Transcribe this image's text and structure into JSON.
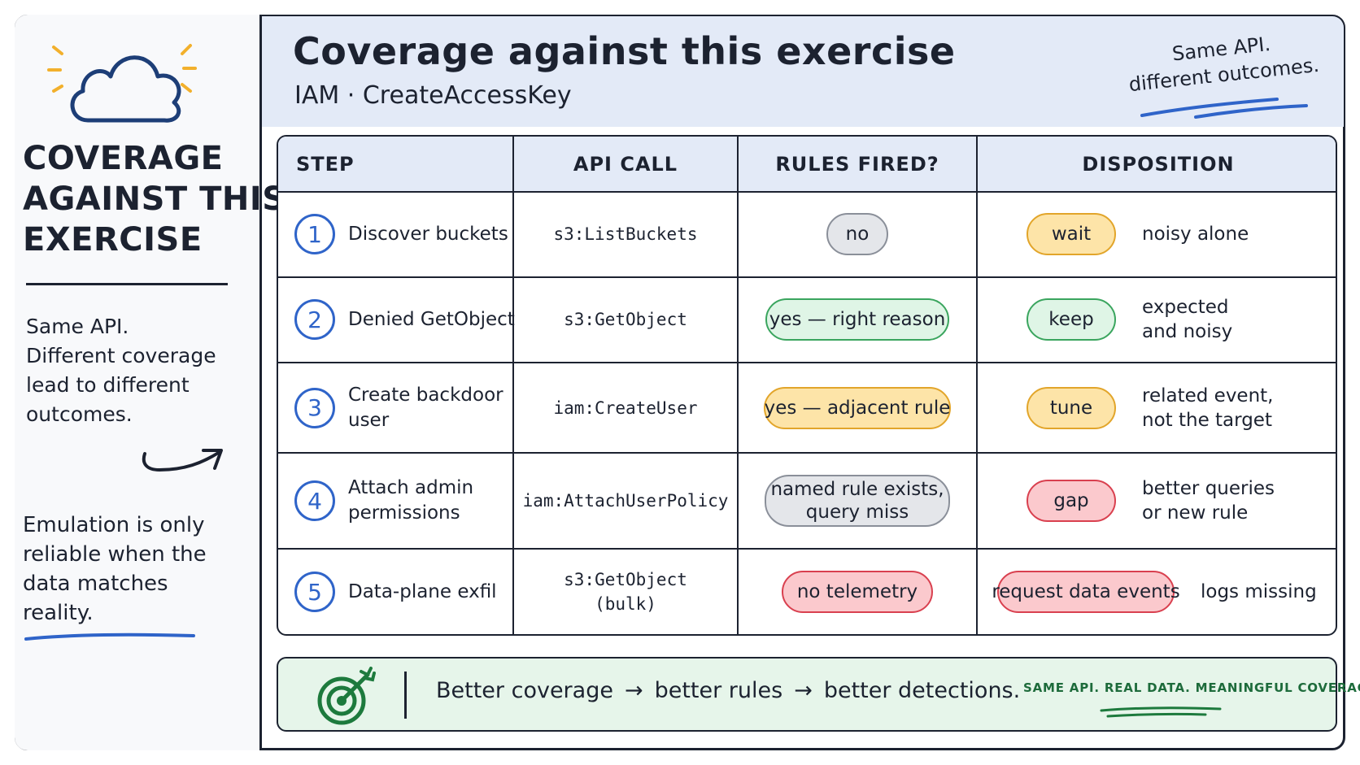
{
  "sidebar": {
    "title_lines": [
      "COVERAGE",
      "AGAINST THIS",
      "EXERCISE"
    ],
    "note_lines": [
      "Same API.",
      "Different coverage",
      "lead to different",
      "outcomes."
    ],
    "quote_lines": [
      "Emulation is only",
      "reliable when the",
      "data matches",
      "reality."
    ],
    "icon": "cloud-icon"
  },
  "header": {
    "title": "Coverage against this exercise",
    "subtitle": "IAM · CreateAccessKey",
    "corner_note_lines": [
      "Same API.",
      "different outcomes."
    ]
  },
  "table": {
    "headers": [
      "STEP",
      "API CALL",
      "RULES FIRED?",
      "DISPOSITION"
    ],
    "rows": [
      {
        "num": "1",
        "step": [
          "Discover buckets"
        ],
        "api": [
          "s3:ListBuckets"
        ],
        "rules": [
          "no"
        ],
        "rules_color": "gray",
        "disposition": "wait",
        "disp_color": "yellow",
        "note": [
          "noisy alone"
        ]
      },
      {
        "num": "2",
        "step": [
          "Denied GetObject"
        ],
        "api": [
          "s3:GetObject"
        ],
        "rules": [
          "yes — right reason"
        ],
        "rules_color": "green",
        "disposition": "keep",
        "disp_color": "green",
        "note": [
          "expected",
          "and noisy"
        ]
      },
      {
        "num": "3",
        "step": [
          "Create backdoor",
          "user"
        ],
        "api": [
          "iam:CreateUser"
        ],
        "rules": [
          "yes — adjacent rule"
        ],
        "rules_color": "yellow",
        "disposition": "tune",
        "disp_color": "yellow",
        "note": [
          "related event,",
          "not the target"
        ]
      },
      {
        "num": "4",
        "step": [
          "Attach admin",
          "permissions"
        ],
        "api": [
          "iam:AttachUserPolicy"
        ],
        "rules": [
          "named rule exists,",
          "query miss"
        ],
        "rules_color": "gray",
        "disposition": "gap",
        "disp_color": "red",
        "note": [
          "better queries",
          "or new rule"
        ]
      },
      {
        "num": "5",
        "step": [
          "Data-plane exfil"
        ],
        "api": [
          "s3:GetObject",
          "(bulk)"
        ],
        "rules": [
          "no telemetry"
        ],
        "rules_color": "red",
        "disposition": "request data events",
        "disp_color": "red",
        "note": [
          "logs missing"
        ]
      }
    ]
  },
  "footer": {
    "parts": [
      "Better coverage",
      "better rules",
      "better detections."
    ],
    "arrow": "→",
    "tag": "SAME API.  REAL DATA.  MEANINGFUL COVERAGE.",
    "icon": "target-icon"
  },
  "colors": {
    "ink": "#1c2230",
    "accent_blue": "#2f64c9",
    "header_bg": "#e3eaf7",
    "footer_bg": "#e6f5ea",
    "gray": "#e4e6ea",
    "green": "#dff5e6",
    "yellow": "#fde4a8",
    "red": "#fbc9cd",
    "sun": "#f2b02c"
  }
}
